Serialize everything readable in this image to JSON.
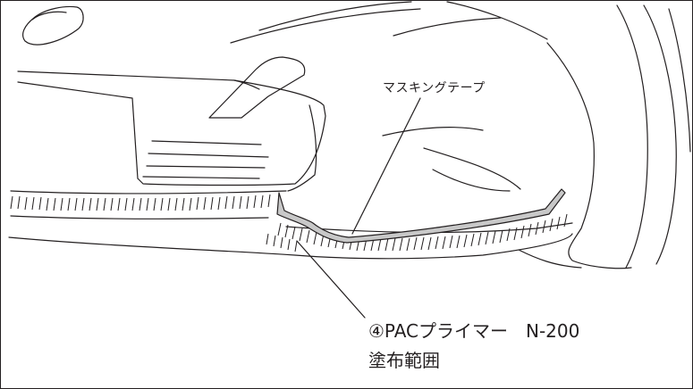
{
  "diagram": {
    "labels": {
      "masking_tape": "マスキングテープ",
      "primer_line1": "④PACプライマー　N-200",
      "primer_line2": "塗布範囲"
    },
    "colors": {
      "line": "#231f20",
      "tape_fill": "#c8c8c8",
      "background": "#ffffff"
    }
  }
}
